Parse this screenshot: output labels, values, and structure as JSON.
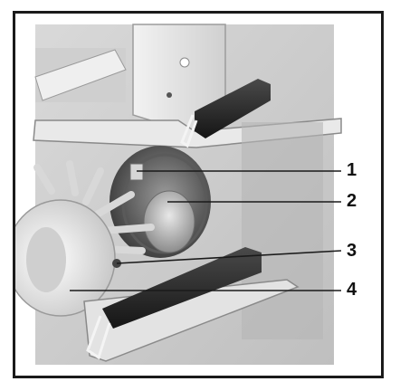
{
  "figure": {
    "callouts": [
      {
        "label": "1",
        "name": "callout-1"
      },
      {
        "label": "2",
        "name": "callout-2"
      },
      {
        "label": "3",
        "name": "callout-3"
      },
      {
        "label": "4",
        "name": "callout-4"
      }
    ]
  },
  "colors": {
    "frame": "#1a1a1a",
    "metal_light": "#e6e6e6",
    "metal_mid": "#bdbdbd",
    "metal_dark": "#7a7a7a",
    "rubber": "#2b2b2b"
  }
}
